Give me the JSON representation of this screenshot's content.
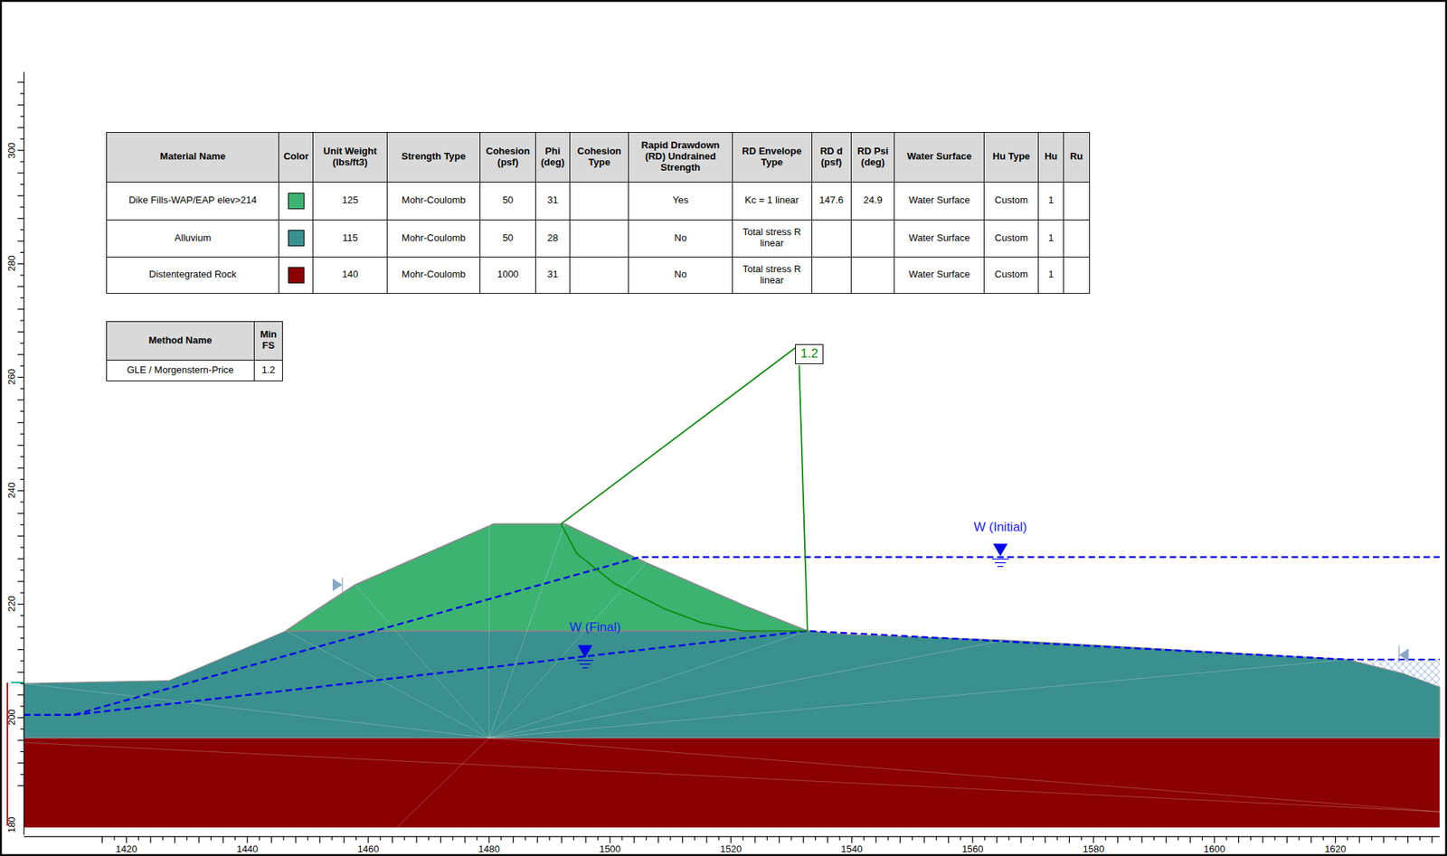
{
  "diagram": {
    "nodes": [
      {
        "text": [
          "1.2"
        ]
      }
    ],
    "labels": [
      "Material Name",
      "Color",
      "Unit Weight (lbs/ft3)",
      "Strength Type",
      "Cohesion (psf)",
      "Phi (deg)",
      "Cohesion Type",
      "Rapid Drawdown (RD) Undrained Strength",
      "RD Envelope Type",
      "RD d (psf)",
      "RD Psi (deg)",
      "Water Surface",
      "Hu Type",
      "Hu",
      "Ru",
      "125",
      "Mohr-Coulomb",
      "50",
      "31",
      "Yes",
      "Kc = 1 linear",
      "147.6",
      "24.9",
      "Water Surface",
      "Custom",
      "1",
      "115",
      "Mohr-Coulomb",
      "50",
      "28",
      "No",
      "Total stress R linear",
      "Water Surface",
      "Custom",
      "1",
      "140",
      "Mohr-Coulomb",
      "1000",
      "31",
      "No",
      "Total stress R linear",
      "Water Surface",
      "Custom",
      "1",
      "Method Name",
      "Min FS",
      "GLE / Morgenstern-Price",
      "1.2",
      "W (Initial)",
      "W (Final)",
      "300",
      "280",
      "260",
      "240",
      "220",
      "200",
      "180",
      "1420",
      "1440",
      "1460",
      "1480",
      "1500",
      "1520",
      "1540",
      "1560",
      "1580",
      "1600",
      "1620"
    ],
    "legend": [
      {
        "text": "Dike Fills-WAP/EAP elev>214",
        "color": "#3cb371"
      },
      {
        "text": "Alluvium",
        "color": "#3a8f8f"
      },
      {
        "text": "Distentegrated Rock",
        "color": "#8b0000"
      }
    ]
  }
}
